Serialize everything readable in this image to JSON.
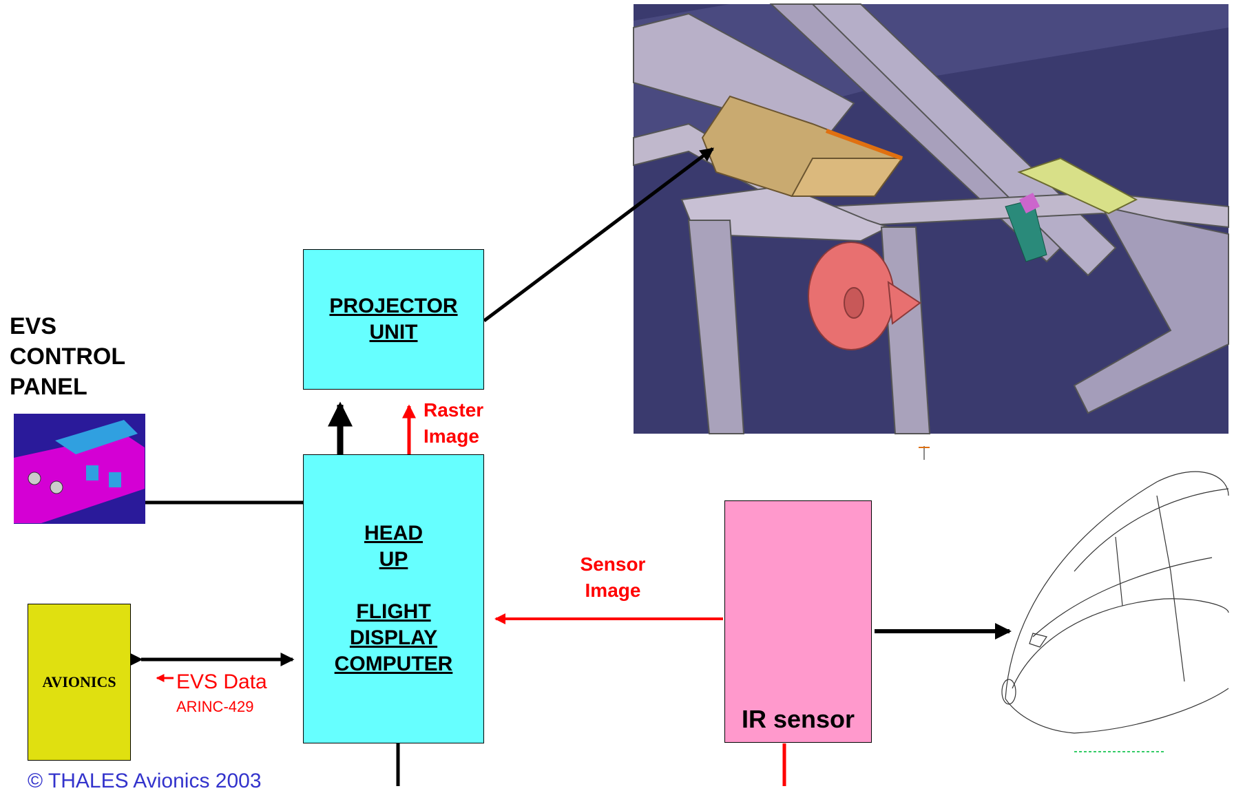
{
  "projector_unit": {
    "line1": "PROJECTOR",
    "line2": "UNIT"
  },
  "hud_computer": {
    "line1": "HEAD",
    "line2": "UP",
    "line3": "FLIGHT",
    "line4": "DISPLAY",
    "line5": "COMPUTER"
  },
  "evs_control_panel": {
    "line1": "EVS",
    "line2": "CONTROL",
    "line3": "PANEL"
  },
  "avionics": {
    "label": "AVIONICS"
  },
  "ir_sensor": {
    "label": "IR sensor"
  },
  "flows": {
    "raster": {
      "line1": "Raster",
      "line2": "Image"
    },
    "sensor": {
      "line1": "Sensor",
      "line2": "Image"
    },
    "evs_data": {
      "label": "EVS Data",
      "bus": "ARINC-429"
    }
  },
  "copyright": "© THALES Avionics 2003",
  "colors": {
    "box_fill": "#66ffff",
    "avionics_fill": "#e0e010",
    "ir_fill": "#ff99cc",
    "signal_red": "#ff0000",
    "copyright_blue": "#3333cc"
  }
}
